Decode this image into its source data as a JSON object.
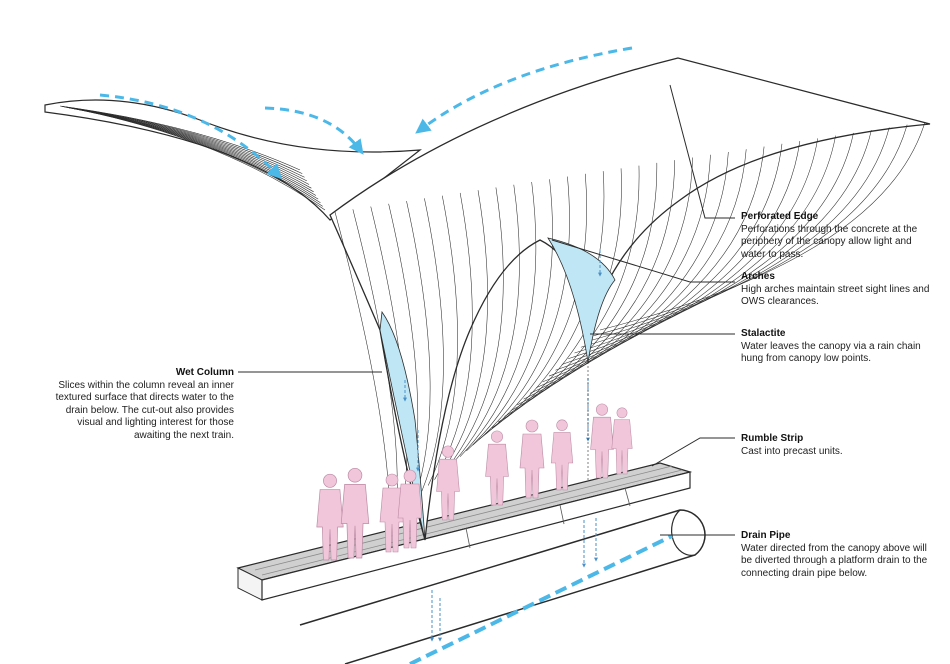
{
  "callouts": {
    "perforated_edge": {
      "title": "Perforated Edge",
      "body": "Perforations through the concrete at the periphery of the canopy allow light and water to pass."
    },
    "arches": {
      "title": "Arches",
      "body": "High arches maintain street sight lines and OWS clearances."
    },
    "stalactite": {
      "title": "Stalactite",
      "body": "Water leaves the canopy via a rain chain hung from canopy low points."
    },
    "wet_column": {
      "title": "Wet Column",
      "body": "Slices within the column reveal an inner textured surface that directs water to the drain below.  The cut-out also provides visual and lighting interest for those awaiting the next train."
    },
    "rumble_strip": {
      "title": "Rumble Strip",
      "body": "Cast into precast units."
    },
    "drain_pipe": {
      "title": "Drain Pipe",
      "body": "Water directed from the canopy above will be diverted through a platform drain to the connecting drain pipe below."
    }
  },
  "colors": {
    "water_arrow": "#4bb8e8",
    "figure": "#f2c6da",
    "platform": "#cfcfcf",
    "line": "#2b2b2b",
    "inner_surface": "#bfe6f4"
  }
}
